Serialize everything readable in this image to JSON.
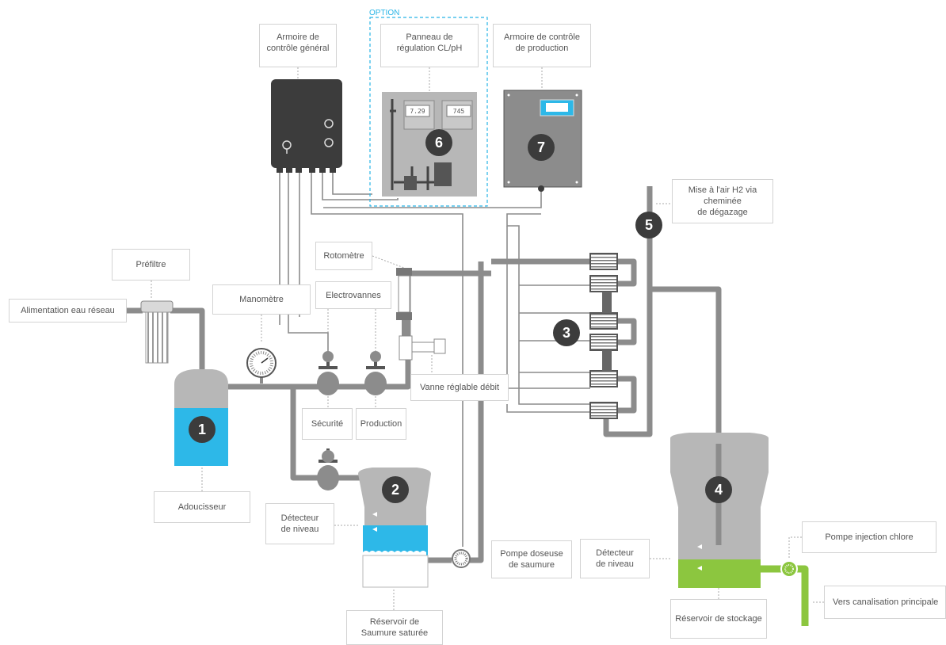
{
  "colors": {
    "pipe": "#8c8c8c",
    "equipment": "#b7b7b7",
    "dark": "#3c3c3c",
    "water": "#2db8e8",
    "chlorine": "#8cc63f",
    "option_border": "#27b4e6"
  },
  "option_label": "OPTION",
  "badges": [
    "1",
    "2",
    "3",
    "4",
    "5",
    "6",
    "7"
  ],
  "panel_displays": [
    "7.29",
    "745"
  ],
  "labels": {
    "armoire_general": "Armoire de\ncontrôle général",
    "panneau": "Panneau de\nrégulation CL/pH",
    "armoire_production": "Armoire de contrôle\nde production",
    "mise_air": "Mise à l'air H2 via\ncheminée\nde dégazage",
    "prefiltre": "Préfiltre",
    "alimentation": "Alimentation eau réseau",
    "manometre": "Manomètre",
    "rotometre": "Rotomètre",
    "electrovannes": "Electrovannes",
    "vanne_reglable": "Vanne réglable débit",
    "securite": "Sécurité",
    "production": "Production",
    "adoucisseur": "Adoucisseur",
    "detecteur_niveau_1": "Détecteur\nde niveau",
    "pompe_doseuse": "Pompe doseuse\nde saumure",
    "detecteur_niveau_2": "Détecteur\nde niveau",
    "pompe_injection": "Pompe injection chlore",
    "vers_canalisation": "Vers canalisation principale",
    "reservoir_saumure": "Réservoir de\nSaumure saturée",
    "reservoir_stockage": "Réservoir de stockage"
  }
}
